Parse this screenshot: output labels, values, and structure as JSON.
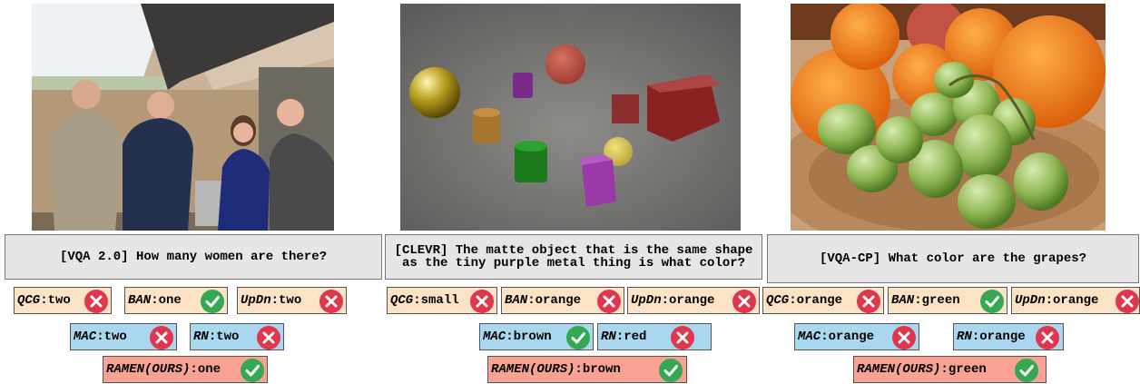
{
  "colors": {
    "question_box": "#e6e6e6",
    "baseline_tag": "#fde3c6",
    "relational_tag": "#a9d7ef",
    "ours_tag": "#f7a293",
    "correct": "#35a853",
    "wrong": "#e0364e"
  },
  "panels": [
    {
      "image": "photo-people-on-balcony",
      "question": "[VQA 2.0] How many women are there?",
      "answers": [
        {
          "model": "QCG",
          "answer": "two",
          "result": "wrong",
          "icon": "cross-icon"
        },
        {
          "model": "BAN",
          "answer": "one",
          "result": "correct",
          "icon": "check-icon"
        },
        {
          "model": "UpDn",
          "answer": "two",
          "result": "wrong",
          "icon": "cross-icon"
        },
        {
          "model": "MAC",
          "answer": "two",
          "result": "wrong",
          "icon": "cross-icon"
        },
        {
          "model": "RN",
          "answer": "two",
          "result": "wrong",
          "icon": "cross-icon"
        },
        {
          "model": "RAMEN(OURS)",
          "answer": "one",
          "result": "correct",
          "icon": "check-icon"
        }
      ]
    },
    {
      "image": "render-clevr-objects",
      "question": "[CLEVR] The matte object that is the same shape as the tiny purple metal thing is what color?",
      "answers": [
        {
          "model": "QCG",
          "answer": "small",
          "result": "wrong",
          "icon": "cross-icon"
        },
        {
          "model": "BAN",
          "answer": "orange",
          "result": "wrong",
          "icon": "cross-icon"
        },
        {
          "model": "UpDn",
          "answer": "orange",
          "result": "wrong",
          "icon": "cross-icon"
        },
        {
          "model": "MAC",
          "answer": "brown",
          "result": "correct",
          "icon": "check-icon"
        },
        {
          "model": "RN",
          "answer": "red",
          "result": "wrong",
          "icon": "cross-icon"
        },
        {
          "model": "RAMEN(OURS)",
          "answer": "brown",
          "result": "correct",
          "icon": "check-icon"
        }
      ]
    },
    {
      "image": "photo-oranges-and-grapes",
      "question": "[VQA-CP] What color are the grapes?",
      "answers": [
        {
          "model": "QCG",
          "answer": "orange",
          "result": "wrong",
          "icon": "cross-icon"
        },
        {
          "model": "BAN",
          "answer": "green",
          "result": "correct",
          "icon": "check-icon"
        },
        {
          "model": "UpDn",
          "answer": "orange",
          "result": "wrong",
          "icon": "cross-icon"
        },
        {
          "model": "MAC",
          "answer": "orange",
          "result": "wrong",
          "icon": "cross-icon"
        },
        {
          "model": "RN",
          "answer": "orange",
          "result": "wrong",
          "icon": "cross-icon"
        },
        {
          "model": "RAMEN(OURS)",
          "answer": "green",
          "result": "correct",
          "icon": "check-icon"
        }
      ]
    }
  ]
}
